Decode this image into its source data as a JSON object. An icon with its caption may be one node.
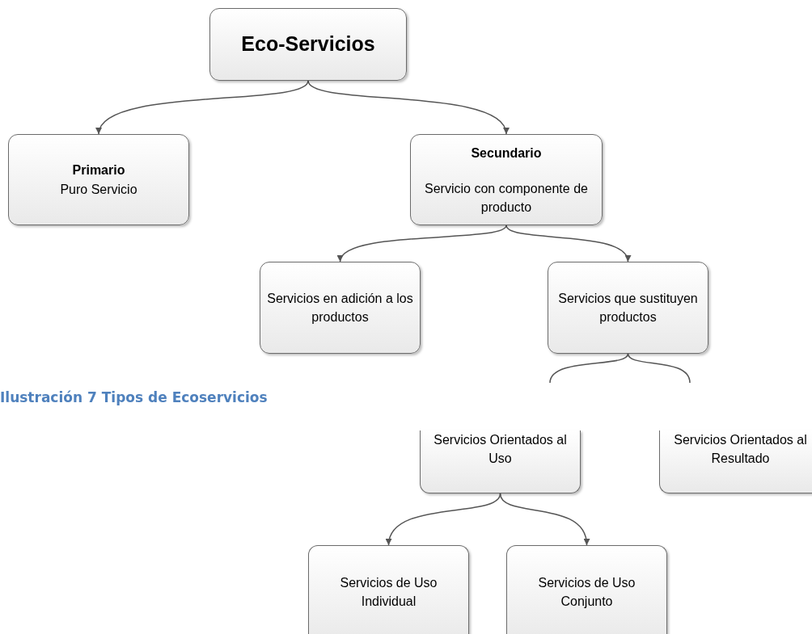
{
  "diagram": {
    "caption": "Ilustración 7 Tipos de Ecoservicios",
    "nodes": [
      {
        "text": [
          "Eco-Servicios"
        ]
      },
      {
        "text": [
          "Primario",
          "Puro Servicio"
        ]
      },
      {
        "text": [
          "Secundario",
          "Servicio con componente de producto"
        ]
      },
      {
        "text": [
          "Servicios en adición a los productos"
        ]
      },
      {
        "text": [
          "Servicios que sustituyen productos"
        ]
      },
      {
        "text": [
          "Servicios Orientados al Uso"
        ]
      },
      {
        "text": [
          "Servicios Orientados al Resultado"
        ]
      },
      {
        "text": [
          "Servicios de Uso Individual"
        ]
      },
      {
        "text": [
          "Servicios de Uso Conjunto"
        ]
      }
    ],
    "edges": [
      {
        "from": 0,
        "to": 1,
        "arrow": "to"
      },
      {
        "from": 0,
        "to": 2,
        "arrow": "to"
      },
      {
        "from": 2,
        "to": 3,
        "arrow": "to"
      },
      {
        "from": 2,
        "to": 4,
        "arrow": "to"
      },
      {
        "from": 4,
        "to": null,
        "arrow": "none"
      },
      {
        "from": 4,
        "to": null,
        "arrow": "none"
      },
      {
        "from": 5,
        "to": 7,
        "arrow": "to"
      },
      {
        "from": 5,
        "to": 8,
        "arrow": "to"
      }
    ]
  }
}
